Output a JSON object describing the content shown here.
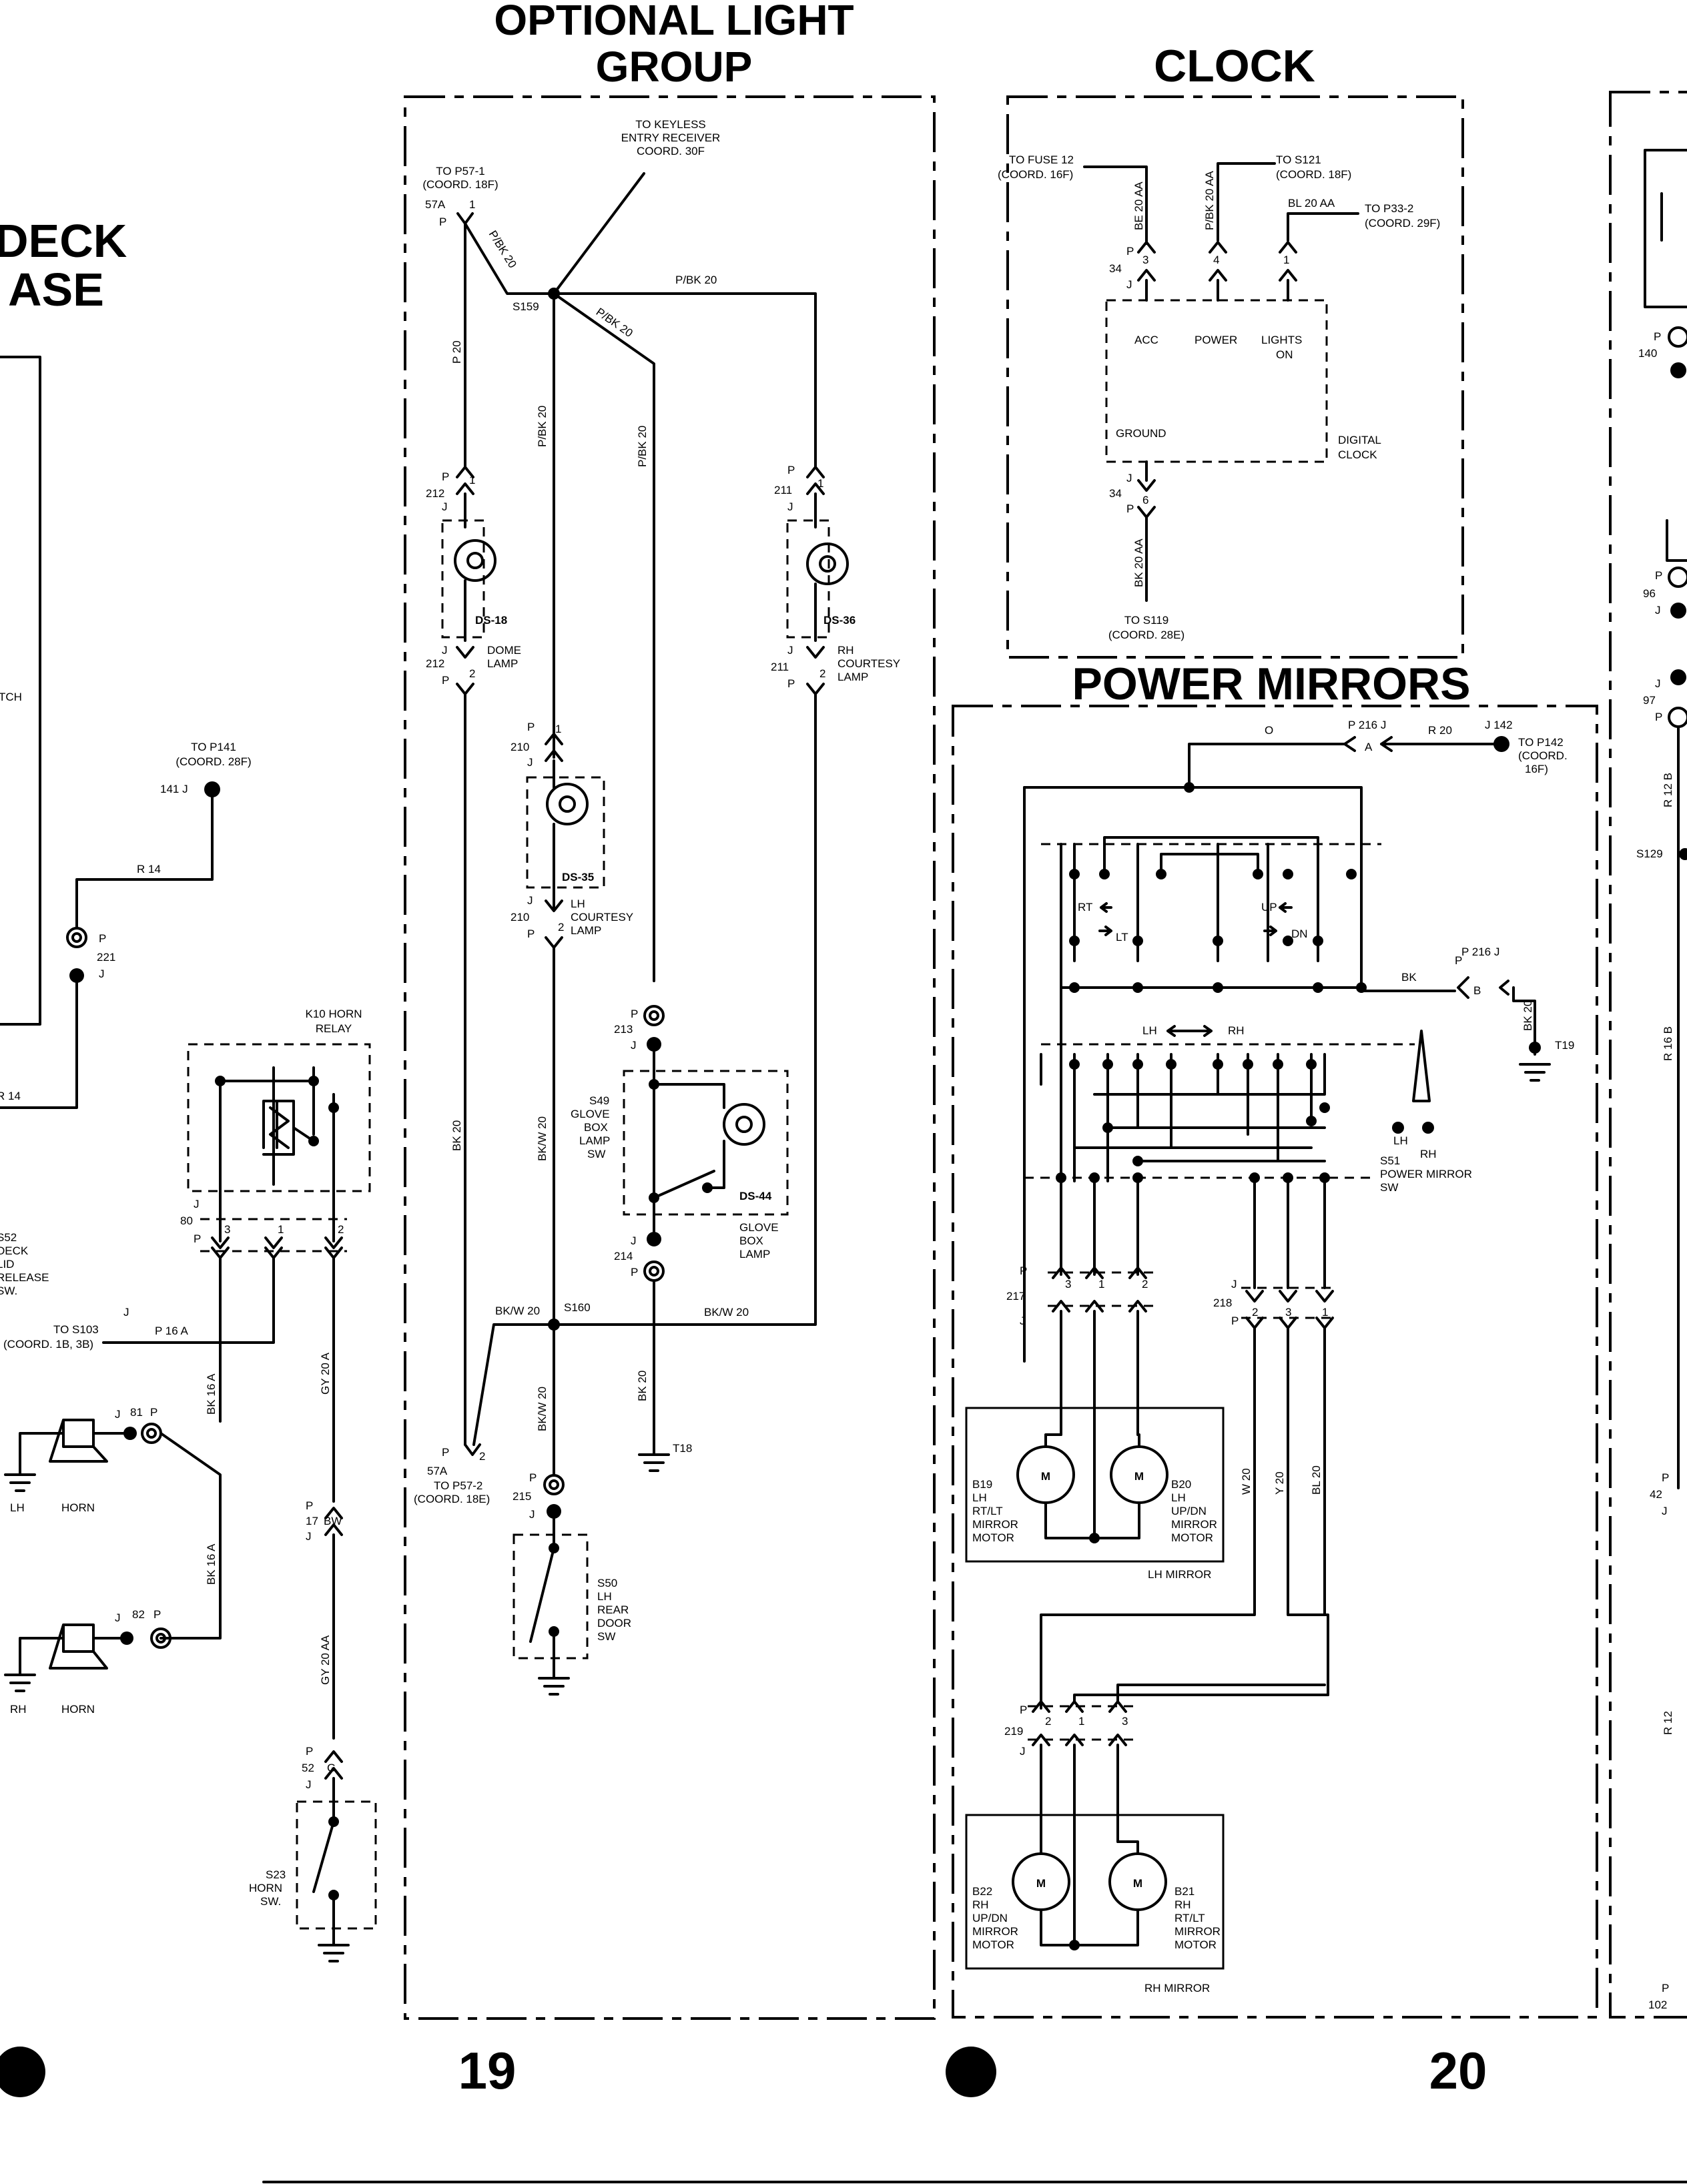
{
  "titles": {
    "optional_light_group_1": "OPTIONAL LIGHT",
    "optional_light_group_2": "GROUP",
    "clock": "CLOCK",
    "power_mirrors": "POWER MIRRORS",
    "deck_1": "DECK",
    "deck_2": "ASE"
  },
  "page_numbers": {
    "left": "19",
    "right": "20"
  },
  "light_group": {
    "to_keyless": [
      "TO KEYLESS",
      "ENTRY RECEIVER",
      "COORD. 30F"
    ],
    "to_p57_1": [
      "TO P57-1",
      "(COORD. 18F)"
    ],
    "c57a_top": "57A",
    "p1": "1",
    "p": "P",
    "j": "J",
    "wire_pbk20": "P/BK 20",
    "wire_p20": "P 20",
    "wire_bk20": "BK 20",
    "wire_bkw20": "BK/W 20",
    "s159": "S159",
    "s160": "S160",
    "c212": "212",
    "c211": "211",
    "c210": "210",
    "c213": "213",
    "c214": "214",
    "c215": "215",
    "n1": "1",
    "n2": "2",
    "ds18": "DS-18",
    "ds36": "DS-36",
    "ds35": "DS-35",
    "ds44": "DS-44",
    "dome_lamp": [
      "DOME",
      "LAMP"
    ],
    "rh_courtesy": [
      "RH",
      "COURTESY",
      "LAMP"
    ],
    "lh_courtesy": [
      "LH",
      "COURTESY",
      "LAMP"
    ],
    "s49": [
      "S49",
      "GLOVE",
      "BOX",
      "LAMP",
      "SW"
    ],
    "glove_box_lamp": [
      "GLOVE",
      "BOX",
      "LAMP"
    ],
    "c57a_bot": "57A",
    "to_p57_2": [
      "TO P57-2",
      "(COORD. 18E)"
    ],
    "t18": "T18",
    "s50": [
      "S50",
      "LH",
      "REAR",
      "DOOR",
      "SW"
    ]
  },
  "clock_box": {
    "to_fuse12": [
      "TO FUSE 12",
      "(COORD. 16F)"
    ],
    "to_s121": [
      "TO S121",
      "(COORD. 18F)"
    ],
    "to_p33": [
      "TO P33-2",
      "(COORD. 29F)"
    ],
    "wire_be20aa": "BE 20 AA",
    "wire_pbk20aa": "P/BK 20 AA",
    "wire_bl20aa": "BL 20 AA",
    "wire_bk20aa": "BK 20 AA",
    "c34": "34",
    "p3": "3",
    "p4": "4",
    "p1": "1",
    "p6": "6",
    "j": "J",
    "p": "P",
    "acc": "ACC",
    "power": "POWER",
    "lights_on": [
      "LIGHTS",
      "ON"
    ],
    "ground": "GROUND",
    "digital_clock": [
      "DIGITAL",
      "CLOCK"
    ],
    "to_s119": [
      "TO S119",
      "(COORD. 28E)"
    ]
  },
  "mirrors": {
    "o": "O",
    "p216": "P 216 J",
    "a": "A",
    "b": "B",
    "r20": "R 20",
    "j142": "J 142",
    "to_p142": [
      "TO P142",
      "(COORD.",
      "16F)"
    ],
    "bk": "BK",
    "bk20": "BK 20",
    "t19": "T19",
    "rt": "RT",
    "lt": "LT",
    "up": "UP",
    "dn": "DN",
    "lh": "LH",
    "rh": "RH",
    "s51": [
      "S51",
      "POWER MIRROR",
      "SW"
    ],
    "c217": "217",
    "c218": "218",
    "c219": "219",
    "p": "P",
    "j": "J",
    "n1": "1",
    "n2": "2",
    "n3": "3",
    "w20": "W 20",
    "y20": "Y 20",
    "bl20": "BL 20",
    "m": "M",
    "b19": [
      "B19",
      "LH",
      "RT/LT",
      "MIRROR",
      "MOTOR"
    ],
    "b20": [
      "B20",
      "LH",
      "UP/DN",
      "MIRROR",
      "MOTOR"
    ],
    "lh_mirror": "LH MIRROR",
    "b22": [
      "B22",
      "RH",
      "UP/DN",
      "MIRROR",
      "MOTOR"
    ],
    "b21": [
      "B21",
      "RH",
      "RT/LT",
      "MIRROR",
      "MOTOR"
    ],
    "rh_mirror": "RH MIRROR"
  },
  "horn": {
    "tch": "TCH",
    "to_p141": [
      "TO P141",
      "(COORD. 28F)"
    ],
    "c141j": "141 J",
    "r14": "R 14",
    "c221": "221",
    "p": "P",
    "j": "J",
    "k10": [
      "K10 HORN",
      "RELAY"
    ],
    "c80": "80",
    "n1": "1",
    "n2": "2",
    "n3": "3",
    "s52": [
      "S52",
      "DECK",
      "LID",
      "RELEASE",
      "SW."
    ],
    "to_s103": [
      "TO S103",
      "(COORD. 1B, 3B)"
    ],
    "p16a": "P 16 A",
    "bk16a": "BK 16 A",
    "gy20a": "GY 20 A",
    "gy20aa": "GY 20 AA",
    "c81": "81",
    "c82": "82",
    "c17": "17",
    "bw": "BW",
    "c52": "52",
    "g": "G",
    "lh": "LH",
    "rh": "RH",
    "horn": "HORN",
    "s23": [
      "S23",
      "HORN",
      "SW."
    ]
  },
  "right_edge": {
    "c140": "140",
    "c96": "96",
    "c97": "97",
    "c42": "42",
    "c102": "102",
    "s129": "S129",
    "r12b": "R 12 B",
    "r16b": "R 16 B",
    "r12": "R 12",
    "p": "P",
    "j": "J"
  }
}
